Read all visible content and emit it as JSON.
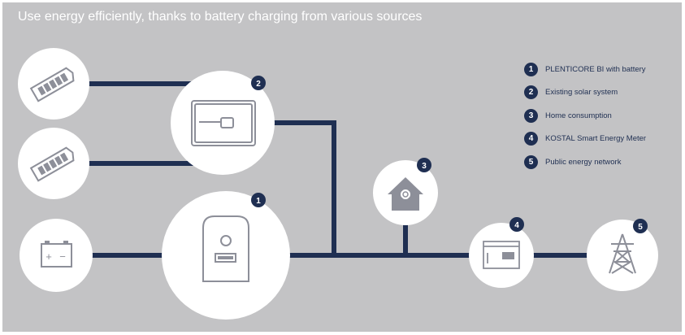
{
  "title": "Use energy efficiently, thanks to battery charging from various sources",
  "colors": {
    "background": "#c3c3c5",
    "line": "#1f2f52",
    "circle": "#ffffff",
    "icon": "#8d8f99",
    "badge": "#1f2f52"
  },
  "legend": [
    {
      "number": "1",
      "label": "PLENTICORE BI with battery"
    },
    {
      "number": "2",
      "label": "Existing solar system"
    },
    {
      "number": "3",
      "label": "Home consumption"
    },
    {
      "number": "4",
      "label": "KOSTAL Smart Energy Meter"
    },
    {
      "number": "5",
      "label": "Public energy network"
    }
  ],
  "nodes": {
    "solar_panel_top": {
      "icon": "solar-panel-icon"
    },
    "solar_panel_bottom": {
      "icon": "solar-panel-icon"
    },
    "battery": {
      "icon": "battery-icon",
      "plus": "+",
      "minus": "−"
    },
    "solar_inverter": {
      "number": "2",
      "icon": "solar-inverter-icon"
    },
    "plenticore": {
      "number": "1",
      "icon": "plenticore-inverter-icon"
    },
    "home": {
      "number": "3",
      "icon": "house-icon"
    },
    "energy_meter": {
      "number": "4",
      "icon": "energy-meter-icon"
    },
    "grid": {
      "number": "5",
      "icon": "power-pylon-icon"
    }
  }
}
